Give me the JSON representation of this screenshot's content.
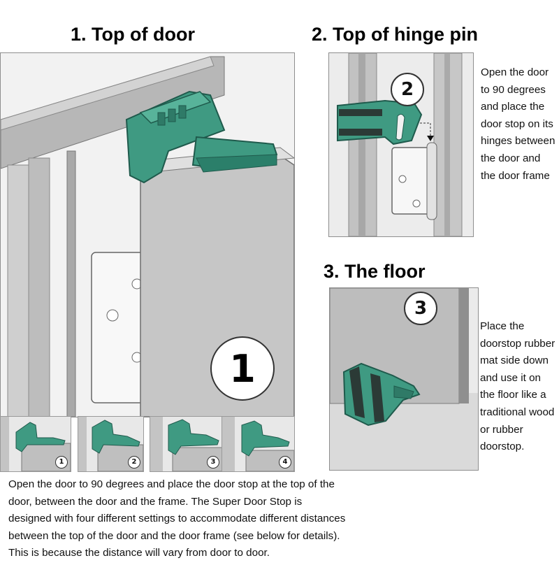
{
  "sections": {
    "top_of_door": {
      "heading": "1.  Top of door",
      "step_number": "1",
      "settings": [
        "1",
        "2",
        "3",
        "4"
      ],
      "description": "Open the door to 90 degrees and place the door stop at the top of the door, between the door and the frame. The Super Door Stop is designed with four different settings to accommodate different distances between the top of the door and the door frame (see below for details). This is because the distance will vary from door to door."
    },
    "top_of_hinge_pin": {
      "heading": "2.  Top of hinge pin",
      "step_number": "2",
      "description": "Open the door to 90 degrees and place the door stop on its hinges between the door and the door frame"
    },
    "the_floor": {
      "heading": "3. The floor",
      "step_number": "3",
      "description": "Place the doorstop rubber mat side down and use it on the floor like a traditional wood or rubber doorstop."
    }
  },
  "colors": {
    "stop_green": "#3f9a82",
    "stop_dark": "#1f5a4c",
    "rubber": "#2b3a36",
    "wall_gray": "#b9b9b9",
    "door_gray": "#c8c8c8",
    "floor_gray": "#dcdcdc"
  }
}
